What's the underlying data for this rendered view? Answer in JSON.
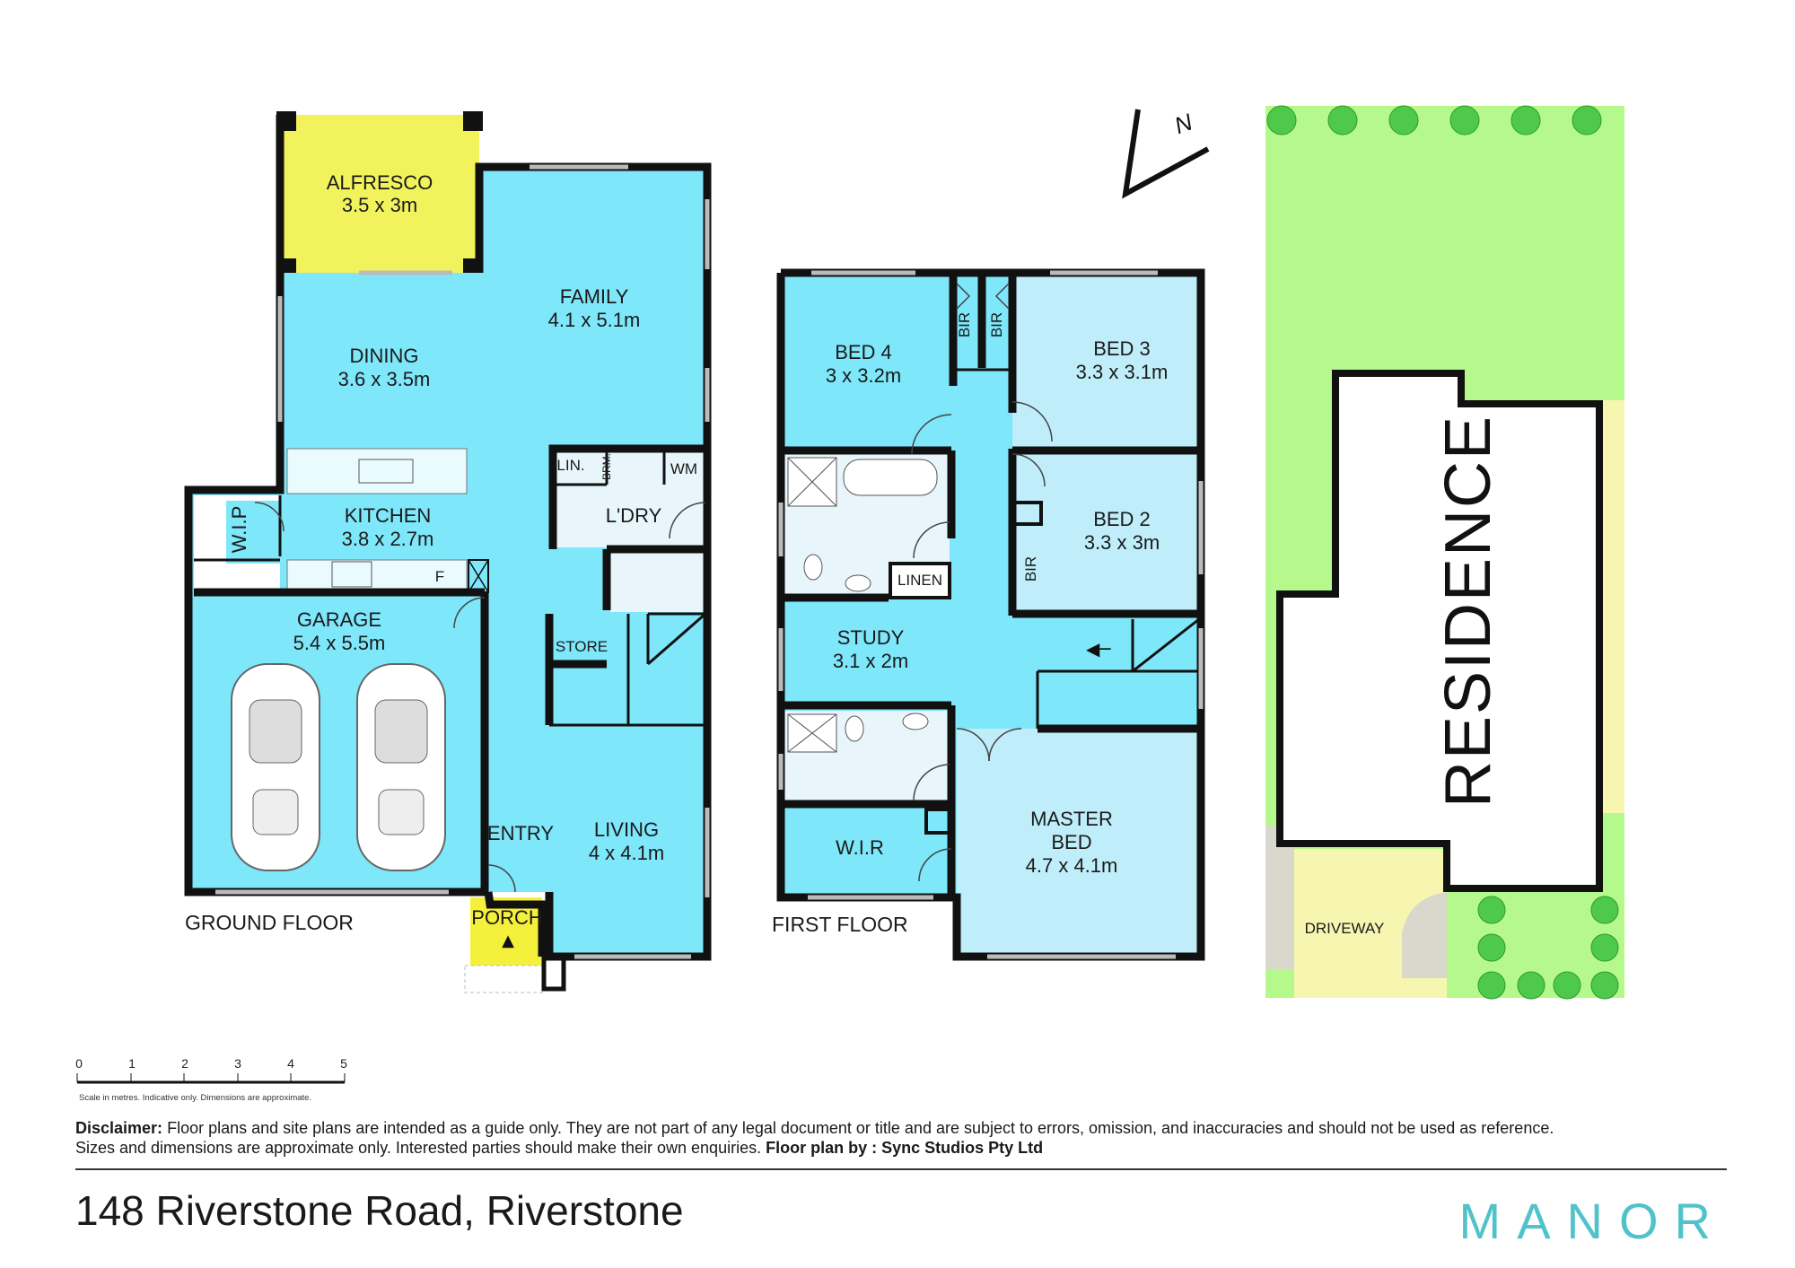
{
  "colors": {
    "interior": "#7ee7fa",
    "bedroom": "#bfeefa",
    "alfresco": "#f2f25c",
    "porch": "#f5f03c",
    "lawn": "#b5f98c",
    "driveway": "#f6f6b0",
    "verge": "#d8d8cc",
    "tree": "#4ec94a",
    "wall": "#111111",
    "brand": "#4fc3c9"
  },
  "ground_floor": {
    "label": "GROUND FLOOR",
    "rooms": {
      "alfresco": {
        "name": "ALFRESCO",
        "size": "3.5 x 3m"
      },
      "family": {
        "name": "FAMILY",
        "size": "4.1 x 5.1m"
      },
      "dining": {
        "name": "DINING",
        "size": "3.6 x 3.5m"
      },
      "kitchen": {
        "name": "KITCHEN",
        "size": "3.8 x 2.7m"
      },
      "garage": {
        "name": "GARAGE",
        "size": "5.4 x 5.5m"
      },
      "living": {
        "name": "LIVING",
        "size": "4 x 4.1m"
      },
      "wip": "W.I.P",
      "lin": "LIN.",
      "brm": "BRM.",
      "wm": "WM",
      "laundry": "L'DRY",
      "store": "STORE",
      "fridge": "F",
      "entry": "ENTRY",
      "porch": "PORCH"
    }
  },
  "first_floor": {
    "label": "FIRST FLOOR",
    "rooms": {
      "bed4": {
        "name": "BED 4",
        "size": "3 x 3.2m"
      },
      "bed3": {
        "name": "BED 3",
        "size": "3.3 x 3.1m"
      },
      "bed2": {
        "name": "BED 2",
        "size": "3.3 x 3m"
      },
      "study": {
        "name": "STUDY",
        "size": "3.1 x 2m"
      },
      "master": {
        "name1": "MASTER",
        "name2": "BED",
        "size": "4.7 x 4.1m"
      },
      "wir": "W.I.R",
      "linen": "LINEN",
      "bir": "BIR"
    }
  },
  "compass": {
    "label": "N"
  },
  "site": {
    "residence": "RESIDENCE",
    "driveway": "DRIVEWAY"
  },
  "scale": {
    "ticks": [
      "0",
      "1",
      "2",
      "3",
      "4",
      "5"
    ],
    "note": "Scale in metres. Indicative only. Dimensions are approximate."
  },
  "disclaimer": {
    "label": "Disclaimer:",
    "text1": "Floor plans and site plans are intended as a guide only. They are not part of any legal document or title and are subject to errors, omission, and inaccuracies and should not be used as reference.",
    "text2": "Sizes and dimensions are approximate only. Interested parties should make their own enquiries.",
    "credit": "Floor plan by : Sync Studios Pty Ltd"
  },
  "address": "148 Riverstone Road, Riverstone",
  "brand": "MANOR"
}
